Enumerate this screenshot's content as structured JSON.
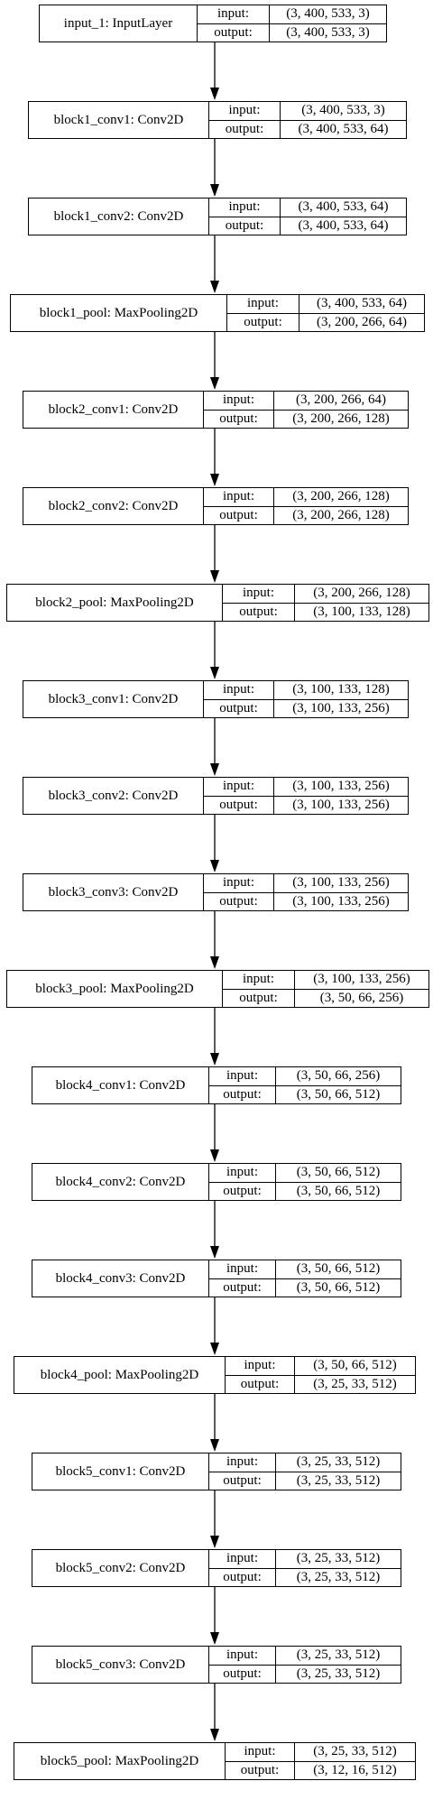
{
  "layers": [
    {
      "name": "input_1: InputLayer",
      "input": "(3, 400, 533, 3)",
      "output": "(3, 400, 533, 3)"
    },
    {
      "name": "block1_conv1: Conv2D",
      "input": "(3, 400, 533, 3)",
      "output": "(3, 400, 533, 64)"
    },
    {
      "name": "block1_conv2: Conv2D",
      "input": "(3, 400, 533, 64)",
      "output": "(3, 400, 533, 64)"
    },
    {
      "name": "block1_pool: MaxPooling2D",
      "input": "(3, 400, 533, 64)",
      "output": "(3, 200, 266, 64)"
    },
    {
      "name": "block2_conv1: Conv2D",
      "input": "(3, 200, 266, 64)",
      "output": "(3, 200, 266, 128)"
    },
    {
      "name": "block2_conv2: Conv2D",
      "input": "(3, 200, 266, 128)",
      "output": "(3, 200, 266, 128)"
    },
    {
      "name": "block2_pool: MaxPooling2D",
      "input": "(3, 200, 266, 128)",
      "output": "(3, 100, 133, 128)"
    },
    {
      "name": "block3_conv1: Conv2D",
      "input": "(3, 100, 133, 128)",
      "output": "(3, 100, 133, 256)"
    },
    {
      "name": "block3_conv2: Conv2D",
      "input": "(3, 100, 133, 256)",
      "output": "(3, 100, 133, 256)"
    },
    {
      "name": "block3_conv3: Conv2D",
      "input": "(3, 100, 133, 256)",
      "output": "(3, 100, 133, 256)"
    },
    {
      "name": "block3_pool: MaxPooling2D",
      "input": "(3, 100, 133, 256)",
      "output": "(3, 50, 66, 256)"
    },
    {
      "name": "block4_conv1: Conv2D",
      "input": "(3, 50, 66, 256)",
      "output": "(3, 50, 66, 512)"
    },
    {
      "name": "block4_conv2: Conv2D",
      "input": "(3, 50, 66, 512)",
      "output": "(3, 50, 66, 512)"
    },
    {
      "name": "block4_conv3: Conv2D",
      "input": "(3, 50, 66, 512)",
      "output": "(3, 50, 66, 512)"
    },
    {
      "name": "block4_pool: MaxPooling2D",
      "input": "(3, 50, 66, 512)",
      "output": "(3, 25, 33, 512)"
    },
    {
      "name": "block5_conv1: Conv2D",
      "input": "(3, 25, 33, 512)",
      "output": "(3, 25, 33, 512)"
    },
    {
      "name": "block5_conv2: Conv2D",
      "input": "(3, 25, 33, 512)",
      "output": "(3, 25, 33, 512)"
    },
    {
      "name": "block5_conv3: Conv2D",
      "input": "(3, 25, 33, 512)",
      "output": "(3, 25, 33, 512)"
    },
    {
      "name": "block5_pool: MaxPooling2D",
      "input": "(3, 25, 33, 512)",
      "output": "(3, 12, 16, 512)"
    }
  ],
  "labels": {
    "input": "input:",
    "output": "output:"
  }
}
